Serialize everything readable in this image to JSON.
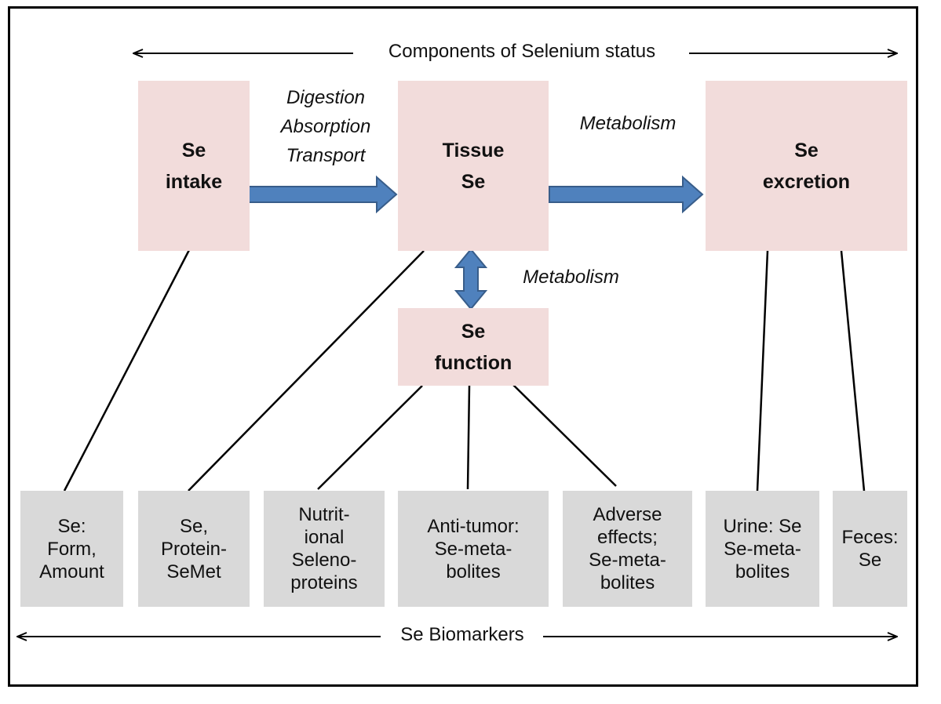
{
  "header_arrow_label": "Components of Selenium status",
  "footer_arrow_label": "Se Biomarkers",
  "process_labels": {
    "intake_to_tissue": [
      "Digestion",
      "Absorption",
      "Transport"
    ],
    "tissue_to_excretion": "Metabolism",
    "tissue_to_function": "Metabolism"
  },
  "components": {
    "intake": [
      "Se",
      "intake"
    ],
    "tissue": [
      "Tissue",
      "Se"
    ],
    "excretion": [
      "Se",
      "excretion"
    ],
    "function": [
      "Se",
      "function"
    ]
  },
  "biomarkers": {
    "se_form_amount": [
      "Se:",
      "Form,",
      "Amount"
    ],
    "se_protein_semet": [
      "Se,",
      "Protein-",
      "SeMet"
    ],
    "nutritional_selenoproteins": [
      "Nutrit-",
      "ional",
      "Seleno-",
      "proteins"
    ],
    "anti_tumor": [
      "Anti-tumor:",
      "Se-meta-",
      "bolites"
    ],
    "adverse_effects": [
      "Adverse",
      "effects;",
      "Se-meta-",
      "bolites"
    ],
    "urine": [
      "Urine: Se",
      "Se-meta-",
      "bolites"
    ],
    "feces": [
      "Feces:",
      "Se"
    ]
  },
  "colors": {
    "component_fill": "#f2dcdb",
    "biomarker_fill": "#d9d9d9",
    "flow_arrow": "#4f81bd",
    "flow_arrow_outline": "#385d8a"
  }
}
